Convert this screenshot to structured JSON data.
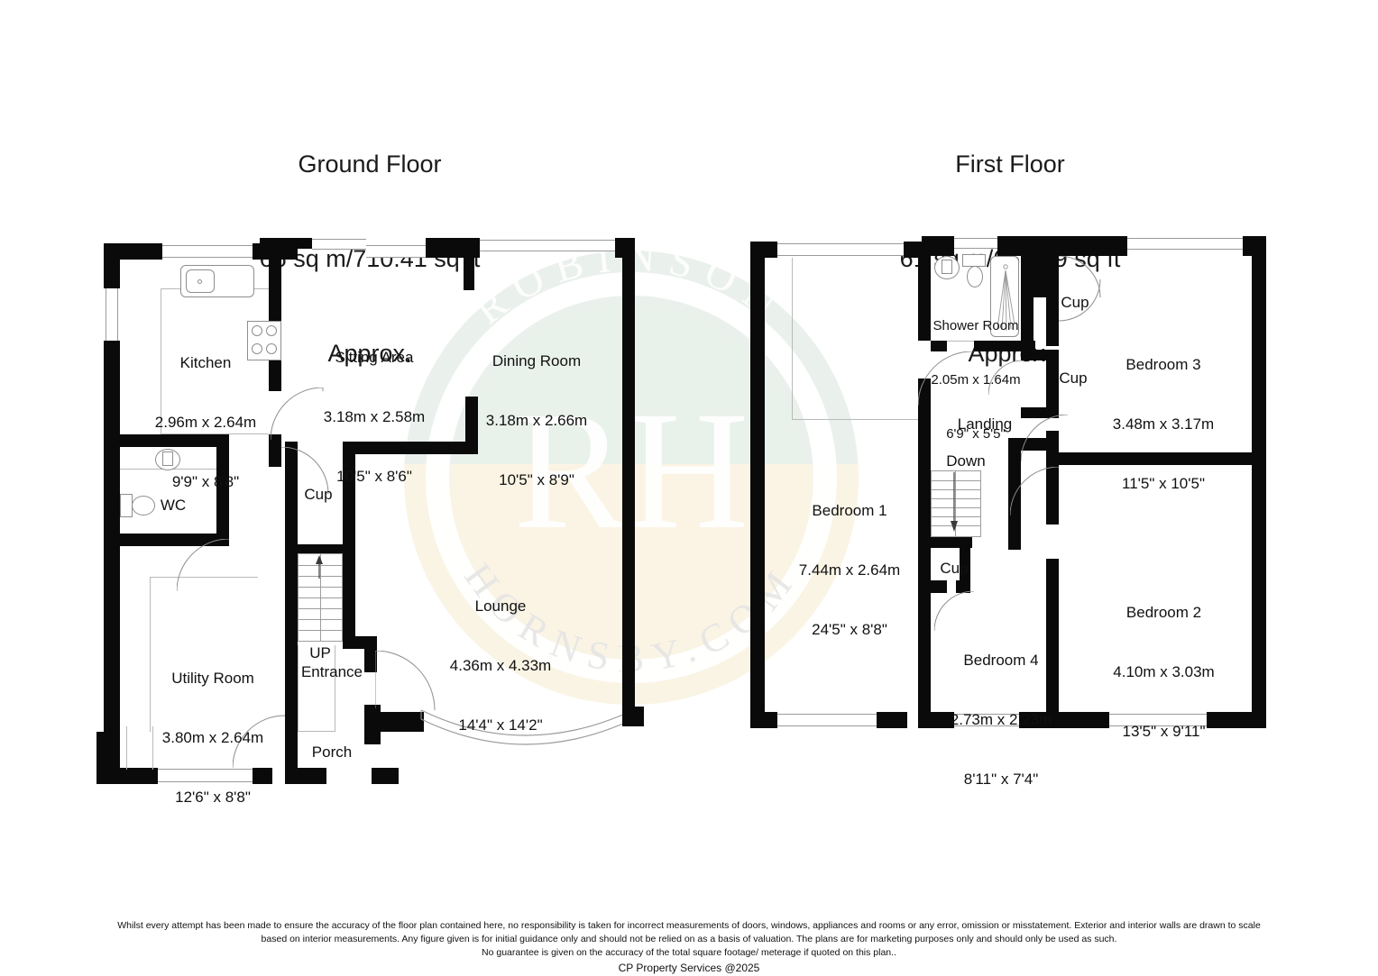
{
  "ground": {
    "title": "Ground Floor",
    "area": "66 sq m/710.41 sq ft",
    "approx": "Approx.",
    "rooms": [
      {
        "id": "kitchen",
        "name": "Kitchen",
        "metric": "2.96m x 2.64m",
        "imperial": "9'9\" x 8'8\""
      },
      {
        "id": "sitting-area",
        "name": "Sitting Area",
        "metric": "3.18m x 2.58m",
        "imperial": "10'5\" x 8'6\""
      },
      {
        "id": "dining-room",
        "name": "Dining Room",
        "metric": "3.18m x 2.66m",
        "imperial": "10'5\" x 8'9\""
      },
      {
        "id": "lounge",
        "name": "Lounge",
        "metric": "4.36m x 4.33m",
        "imperial": "14'4\" x 14'2\""
      },
      {
        "id": "utility-room",
        "name": "Utility Room",
        "metric": "3.80m x 2.64m",
        "imperial": "12'6\" x 8'8\""
      }
    ],
    "plain_labels": [
      {
        "id": "wc",
        "text": "WC"
      },
      {
        "id": "cup",
        "text": "Cup"
      },
      {
        "id": "up",
        "text": "UP"
      },
      {
        "id": "entrance",
        "text": "Entrance"
      },
      {
        "id": "porch",
        "text": "Porch"
      }
    ]
  },
  "first": {
    "title": "First Floor",
    "area": "61 sq m/656.59 sq ft",
    "approx": "Approx.",
    "rooms": [
      {
        "id": "shower-room",
        "name": "Shower Room",
        "metric": "2.05m x 1.64m",
        "imperial": "6'9\" x 5'5\""
      },
      {
        "id": "bedroom-3",
        "name": "Bedroom 3",
        "metric": "3.48m x 3.17m",
        "imperial": "11'5\" x 10'5\""
      },
      {
        "id": "bedroom-1",
        "name": "Bedroom 1",
        "metric": "7.44m x 2.64m",
        "imperial": "24'5\" x 8'8\""
      },
      {
        "id": "bedroom-2",
        "name": "Bedroom 2",
        "metric": "4.10m x 3.03m",
        "imperial": "13'5\" x 9'11\""
      },
      {
        "id": "bedroom-4",
        "name": "Bedroom 4",
        "metric": "2.73m x 2.23m",
        "imperial": "8'11\" x 7'4\""
      }
    ],
    "plain_labels": [
      {
        "id": "cup-top",
        "text": "Cup"
      },
      {
        "id": "cup-mid",
        "text": "Cup"
      },
      {
        "id": "landing",
        "text": "Landing"
      },
      {
        "id": "down",
        "text": "Down"
      },
      {
        "id": "cup-stairs",
        "text": "Cup"
      }
    ]
  },
  "watermark": {
    "monogram": "RH",
    "arc_top": "ROBINSON",
    "arc_bottom": "HORNSBY.COM",
    "green": "#dfeae2",
    "cream": "#f8eed6"
  },
  "footer": {
    "line1": "Whilst every attempt has been made to ensure the accuracy of the floor plan contained here, no responsibility is taken for incorrect measurements of doors, windows, appliances and rooms or any error, omission or misstatement. Exterior and interior walls are drawn to scale",
    "line2": "based on interior measurements. Any figure given is for initial guidance only and should not be relied on as a basis of valuation. The plans are for marketing purposes only and should only be used as such.",
    "line3": "No guarantee is given on the accuracy of the total square footage/ meterage if quoted on this plan..",
    "line4": "CP Property Services @2025"
  },
  "colors": {
    "wall": "#0a0a0a",
    "thin_line": "#b9b9b9",
    "text": "#111111"
  }
}
